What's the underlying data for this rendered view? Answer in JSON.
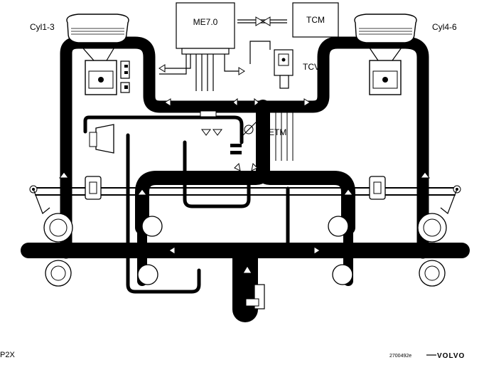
{
  "labels": {
    "cyl_left": "Cyl1-3",
    "cyl_right": "Cyl4-6",
    "ecm": "ME7.0",
    "tcm": "TCM",
    "tcv": "TCV",
    "etm": "ETM",
    "footer_left": "P2X",
    "footer_code": "2700492e",
    "brand": "VOLVO"
  },
  "icons": [
    "engine-cylinder-icon",
    "piston-icon",
    "throttle-valve-icon",
    "check-valve-icon",
    "flow-arrow-icon",
    "sensor-icon",
    "connector-icon",
    "volvo-logo-icon"
  ],
  "colors": {
    "line": "#000000",
    "background": "#ffffff"
  }
}
